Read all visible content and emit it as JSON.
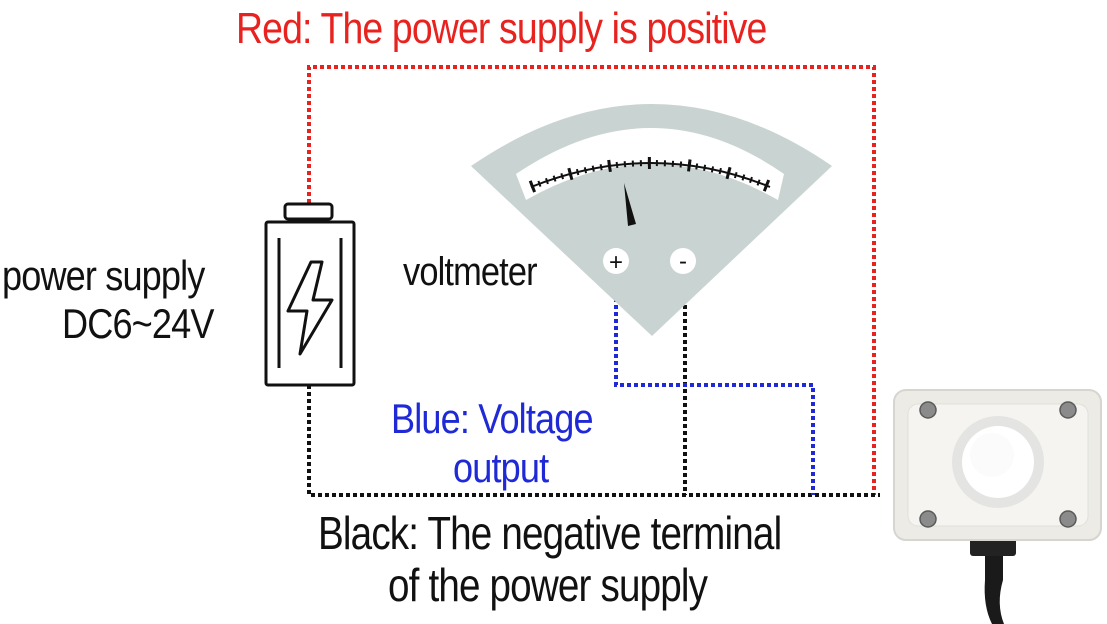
{
  "labels": {
    "red_wire": "Red: The power supply is positive",
    "power_supply_name": "power supply",
    "power_supply_range": "DC6~24V",
    "voltmeter": "voltmeter",
    "blue_wire_line1": "Blue: Voltage",
    "blue_wire_line2": "output",
    "black_wire_line1": "Black: The negative terminal",
    "black_wire_line2": "of the power supply"
  },
  "terminals": {
    "positive": "+",
    "negative": "-"
  },
  "colors": {
    "red_wire": "#e8231f",
    "blue_wire": "#1f2ad6",
    "black_wire": "#111111",
    "meter_face": "#c9d4d2",
    "sensor_housing": "#ecebe6"
  },
  "icons": {
    "battery": "battery-lightning-icon",
    "voltmeter": "analog-voltmeter-icon",
    "sensor": "light-sensor-device-icon"
  }
}
